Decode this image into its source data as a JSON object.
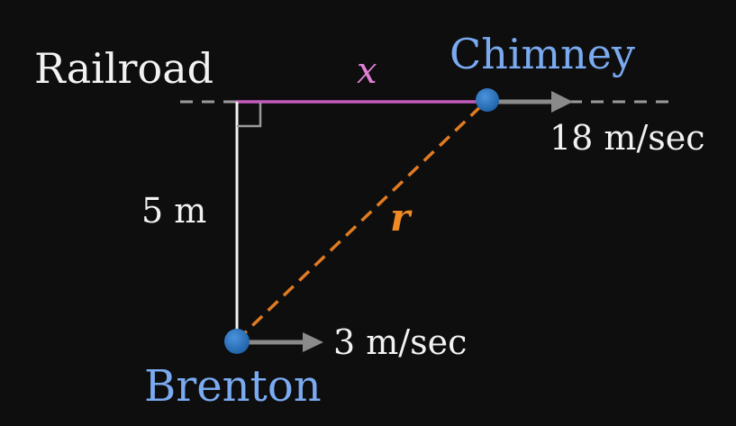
{
  "labels": {
    "railroad": "Railroad",
    "chimney": "Chimney",
    "brenton": "Brenton",
    "x_var": "x",
    "r_var": "r",
    "vertical_distance": "5 m",
    "chimney_speed": "18 m/sec",
    "brenton_speed": "3 m/sec"
  },
  "colors": {
    "background": "#0e0e0e",
    "railroad_line": "#9a9a9a",
    "x_segment": "#c35bbd",
    "x_label": "#e07fd8",
    "r_segment": "#e07b21",
    "r_label": "#ef8a25",
    "vertical_segment": "#f2f2f2",
    "point": "#2f75bf",
    "point_name": "#7aaaf0",
    "arrow": "#8a8a8a",
    "text": "#f2f2f2"
  },
  "icons": {
    "right_angle": "right-angle-marker",
    "velocity": "arrow-right"
  }
}
